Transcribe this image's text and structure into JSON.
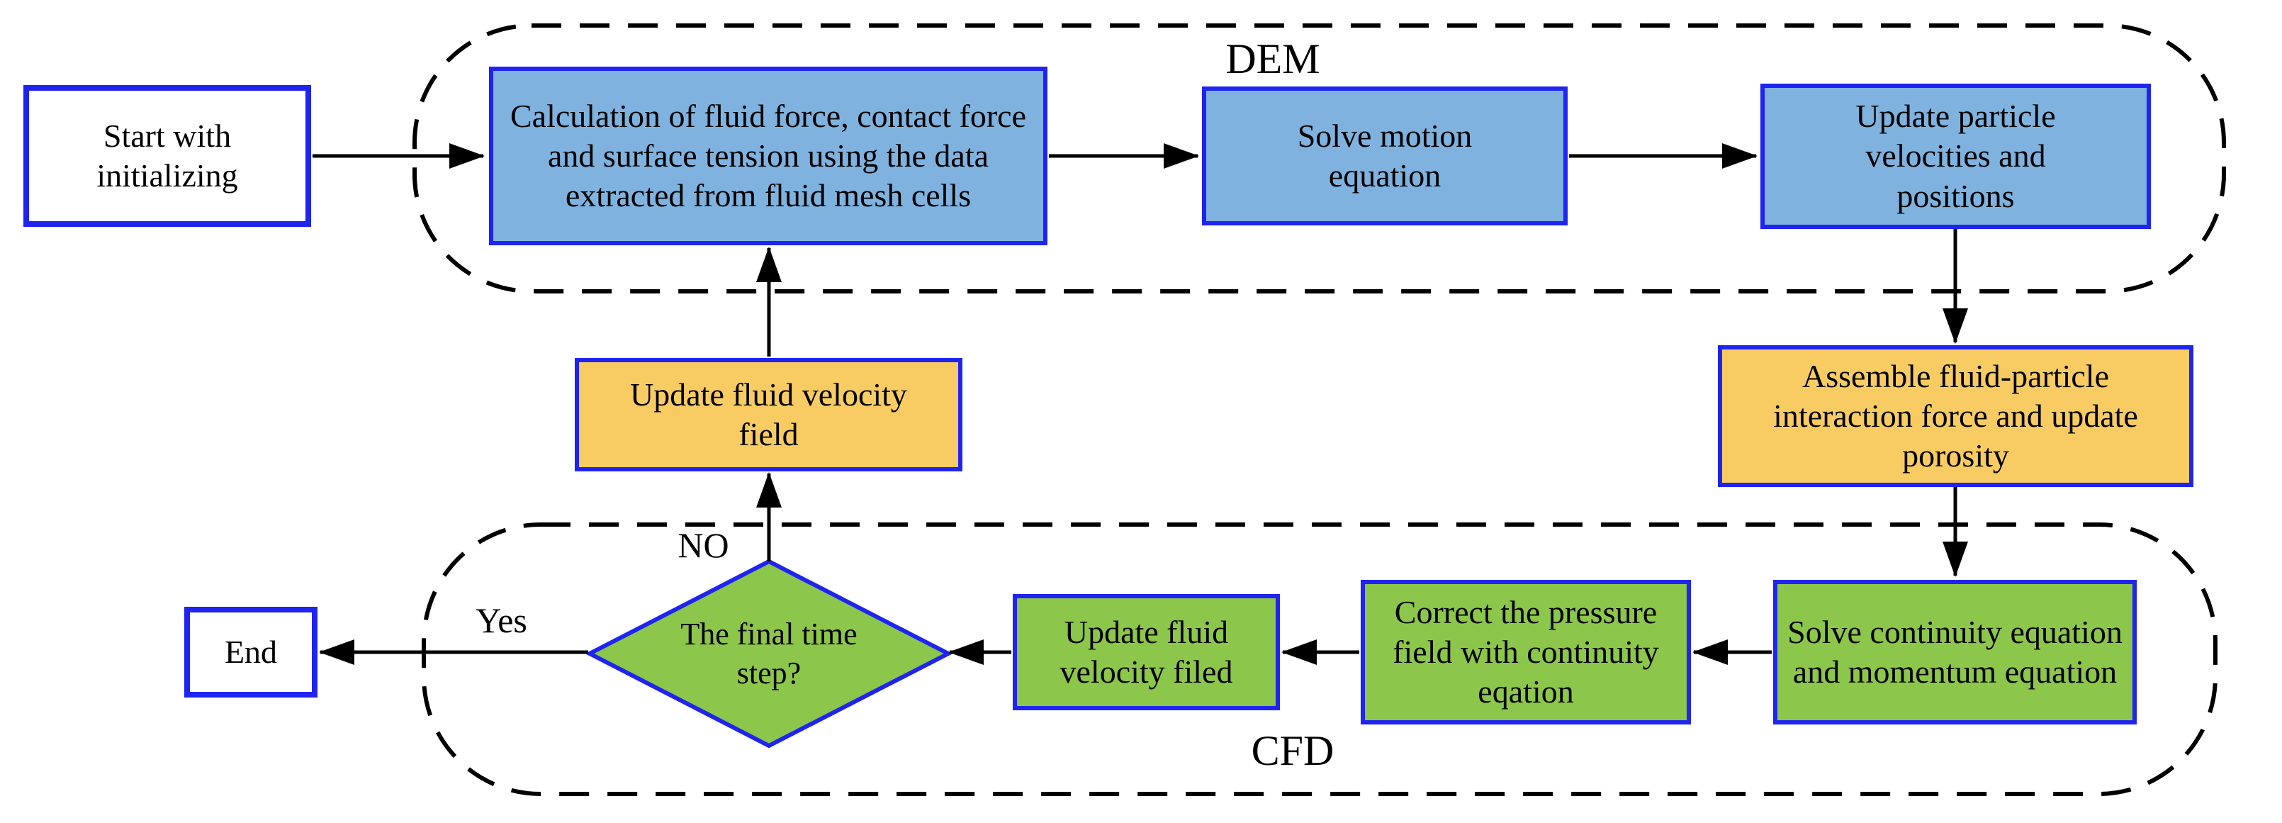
{
  "diagram": {
    "title_present": false,
    "regions": {
      "dem_label": "DEM",
      "cfd_label": "CFD"
    },
    "nodes": {
      "start": "Start with initializing",
      "calc_forces": "Calculation of fluid force, contact force and surface tension using the data extracted from fluid mesh cells",
      "solve_motion": "Solve motion equation",
      "update_particle": "Update particle velocities and positions",
      "assemble_interaction": "Assemble fluid-particle interaction force and update porosity",
      "update_fluid_velocity_field": "Update fluid velocity field",
      "final_time_step_question": "The final time step?",
      "end": "End",
      "update_fluid_velocity_filed": "Update fluid velocity filed",
      "correct_pressure": "Correct the pressure field with continuity eqation",
      "solve_continuity": "Solve continuity equation and momentum equation"
    },
    "edge_labels": {
      "no_label": "NO",
      "yes_label": "Yes"
    },
    "colors": {
      "dem_fill": "#7FB2DF",
      "coupling_fill": "#F8CC63",
      "cfd_fill": "#8CC64B",
      "node_border": "#1F24F0",
      "line": "#000000",
      "canvas_bg": "#FFFFFF"
    }
  }
}
